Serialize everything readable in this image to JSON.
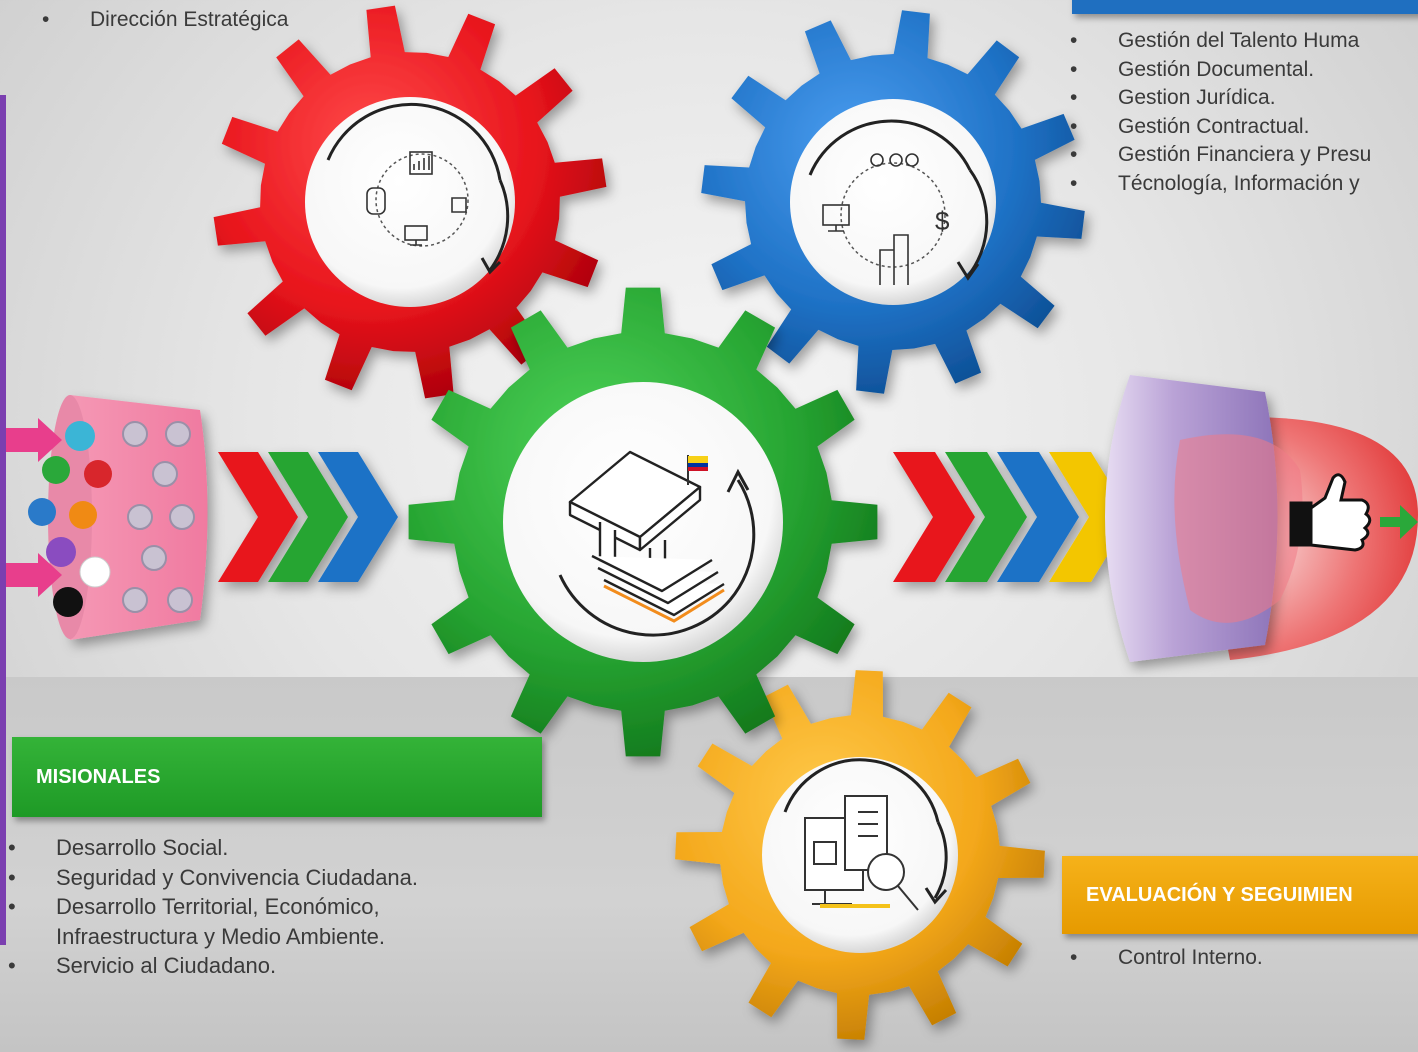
{
  "strategic": {
    "items": [
      "Dirección Estratégica"
    ]
  },
  "support": {
    "items": [
      "Gestión del Talento Huma",
      "Gestión Documental.",
      "Gestion Jurídica.",
      "Gestión Contractual.",
      "Gestión Financiera y Presu",
      "Técnología, Información y"
    ]
  },
  "misional": {
    "title": "MISIONALES",
    "items": [
      "Desarrollo Social.",
      "Seguridad y Convivencia Ciudadana.",
      "Desarrollo Territorial, Económico,",
      "Servicio al Ciudadano."
    ],
    "item_continuation": "Infraestructura y Medio Ambiente."
  },
  "evaluation": {
    "title": "EVALUACIÓN Y SEGUIMIEN",
    "items": [
      "Control Interno."
    ]
  },
  "colors": {
    "gear_red": "#e8141c",
    "gear_blue": "#1f72c6",
    "gear_green": "#27a532",
    "gear_orange": "#f4a81b",
    "chevron_yellow": "#f3c600",
    "header_blue": "#1f6fc0",
    "accent_purple": "#7b3fb0"
  },
  "icons": [
    "strategy-cycle-icon",
    "support-cycle-icon",
    "government-building-icon",
    "evaluation-icon",
    "thumbs-up-icon",
    "input-arrow-icon",
    "output-arrow-icon"
  ]
}
